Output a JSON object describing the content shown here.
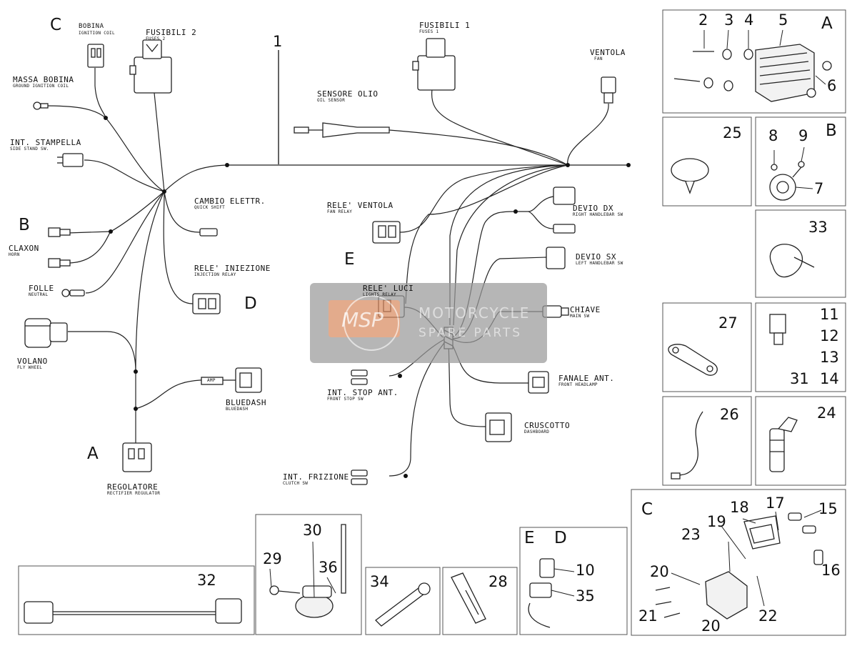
{
  "wiring": {
    "main_number": "1",
    "sections": {
      "A": "A",
      "B": "B",
      "C": "C",
      "D": "D",
      "E": "E"
    },
    "components": {
      "bobina": {
        "label": "BOBINA",
        "sub": "IGNITION COIL"
      },
      "fusibili2": {
        "label": "FUSIBILI 2",
        "sub": "FUSES 2"
      },
      "fusibili1": {
        "label": "FUSIBILI 1",
        "sub": "FUSES 1"
      },
      "ventola": {
        "label": "VENTOLA",
        "sub": "FAN"
      },
      "massa_bobina": {
        "label": "MASSA BOBINA",
        "sub": "GROUND IGNITION COIL"
      },
      "sensore_olio": {
        "label": "SENSORE OLIO",
        "sub": "OIL SENSOR"
      },
      "int_stampella": {
        "label": "INT. STAMPELLA",
        "sub": "SIDE STAND SW."
      },
      "cambio": {
        "label": "CAMBIO ELETTR.",
        "sub": "QUICK SHIFT"
      },
      "rele_ventola": {
        "label": "RELE' VENTOLA",
        "sub": "FAN RELAY"
      },
      "devio_dx": {
        "label": "DEVIO DX",
        "sub": "RIGHT HANDLEBAR SW"
      },
      "claxon": {
        "label": "CLAXON",
        "sub": "HORN"
      },
      "devio_sx": {
        "label": "DEVIO SX",
        "sub": "LEFT HANDLEBAR SW"
      },
      "rele_iniezione": {
        "label": "RELE' INIEZIONE",
        "sub": "INJECTION RELAY"
      },
      "folle": {
        "label": "FOLLE",
        "sub": "NEUTRAL"
      },
      "rele_luci": {
        "label": "RELE' LUCI",
        "sub": "LIGHTS RELAY"
      },
      "chiave": {
        "label": "CHIAVE",
        "sub": "MAIN SW"
      },
      "volano": {
        "label": "VOLANO",
        "sub": "FLY WHEEL"
      },
      "fanale": {
        "label": "FANALE ANT.",
        "sub": "FRONT HEADLAMP"
      },
      "int_stop": {
        "label": "INT. STOP ANT.",
        "sub": "FRONT STOP SW"
      },
      "bluedash": {
        "label": "BLUEDASH",
        "sub": "BLUEDASH"
      },
      "cruscotto": {
        "label": "CRUSCOTTO",
        "sub": "DASHBOARD"
      },
      "regolatore": {
        "label": "REGOLATORE",
        "sub": "RECTIFIER REGULATOR"
      },
      "int_frizione": {
        "label": "INT. FRIZIONE",
        "sub": "CLUTCH SW"
      },
      "amp": {
        "label": "AMP"
      }
    }
  },
  "watermark": {
    "line1": "MOTORCYCLE",
    "line2": "SPARE PARTS",
    "logo": "MSP"
  },
  "parts": {
    "p2": "2",
    "p3": "3",
    "p4": "4",
    "p5": "5",
    "p6": "6",
    "p7": "7",
    "p8": "8",
    "p9": "9",
    "p10": "10",
    "p11": "11",
    "p12": "12",
    "p13": "13",
    "p14": "14",
    "p15": "15",
    "p16": "16",
    "p17": "17",
    "p18": "18",
    "p19": "19",
    "p20a": "20",
    "p20b": "20",
    "p21": "21",
    "p22": "22",
    "p23": "23",
    "p24": "24",
    "p25": "25",
    "p26": "26",
    "p27": "27",
    "p28": "28",
    "p29": "29",
    "p30": "30",
    "p31": "31",
    "p32": "32",
    "p33": "33",
    "p34": "34",
    "p35": "35",
    "p36": "36",
    "boxA": "A",
    "boxB": "B",
    "boxC": "C",
    "boxE": "E",
    "boxD": "D"
  }
}
